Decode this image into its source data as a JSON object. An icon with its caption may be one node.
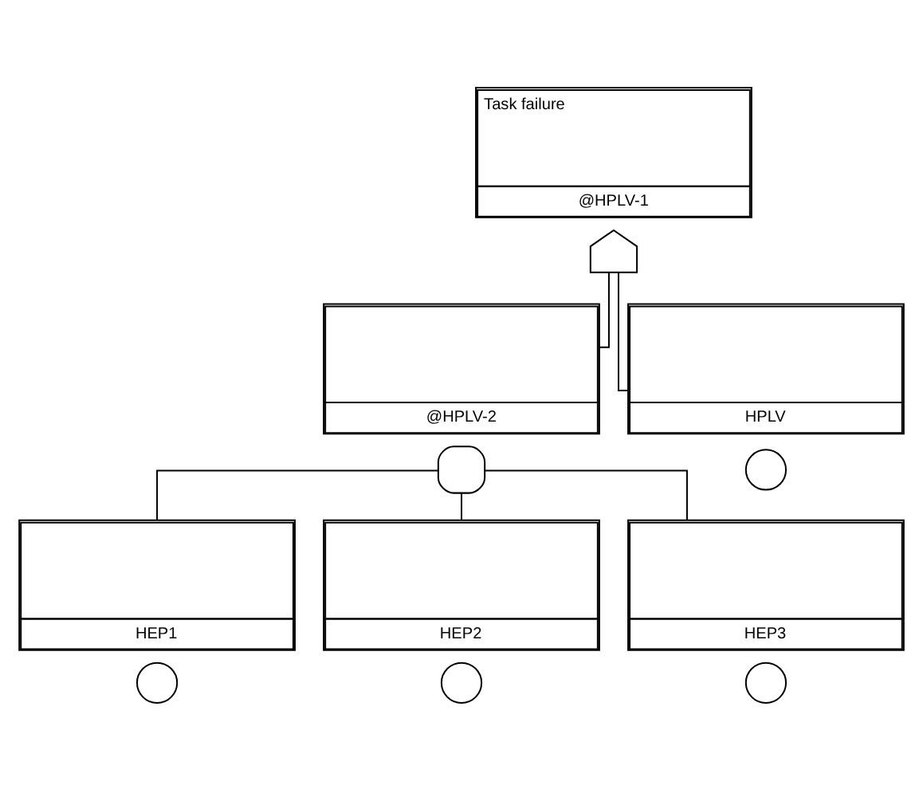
{
  "diagram": {
    "nodes": [
      {
        "text": [
          "Task failure",
          "@HPLV-1"
        ]
      },
      {
        "text": [],
        "shape": "gate"
      },
      {
        "text": [
          "@HPLV-2"
        ]
      },
      {
        "text": [
          "HPLV"
        ]
      },
      {
        "text": [],
        "shape": "gate"
      },
      {
        "text": [],
        "shape": "circle"
      },
      {
        "text": [
          "HEP1"
        ]
      },
      {
        "text": [
          "HEP2"
        ]
      },
      {
        "text": [
          "HEP3"
        ]
      },
      {
        "text": [],
        "shape": "circle"
      },
      {
        "text": [],
        "shape": "circle"
      },
      {
        "text": [],
        "shape": "circle"
      }
    ],
    "edges": [
      {
        "from": 1,
        "to": 2,
        "arrow": "none"
      },
      {
        "from": 1,
        "to": 3,
        "arrow": "none"
      },
      {
        "from": 4,
        "to": 6,
        "arrow": "none"
      },
      {
        "from": 4,
        "to": 7,
        "arrow": "none"
      },
      {
        "from": 4,
        "to": 8,
        "arrow": "none"
      }
    ]
  }
}
